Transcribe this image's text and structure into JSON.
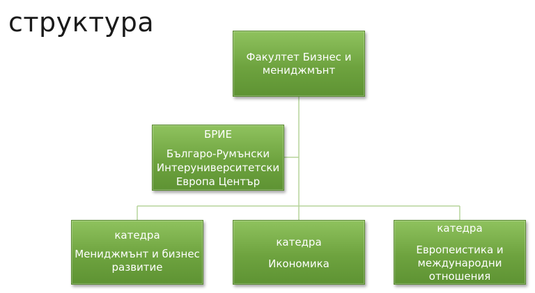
{
  "slide": {
    "title": "структура"
  },
  "org_chart": {
    "root": {
      "lines": [
        "Факултет Бизнес и",
        "мениджмънт"
      ]
    },
    "assistant": {
      "lines": [
        "БРИЕ",
        "Българо-Румънски",
        "Интеруниверситетски",
        "Европа Център"
      ]
    },
    "departments": [
      {
        "lines": [
          "катедра",
          "Мениджмънт и бизнес",
          "развитие"
        ]
      },
      {
        "lines": [
          "катедра",
          "Икономика"
        ]
      },
      {
        "lines": [
          "катедра",
          "Европеистика и",
          "международни",
          "отношения"
        ]
      }
    ]
  },
  "colors": {
    "box_fill": "#7bb24a",
    "box_border": "#5a8a30",
    "connector": "#b5d49a",
    "text": "#ffffff"
  }
}
